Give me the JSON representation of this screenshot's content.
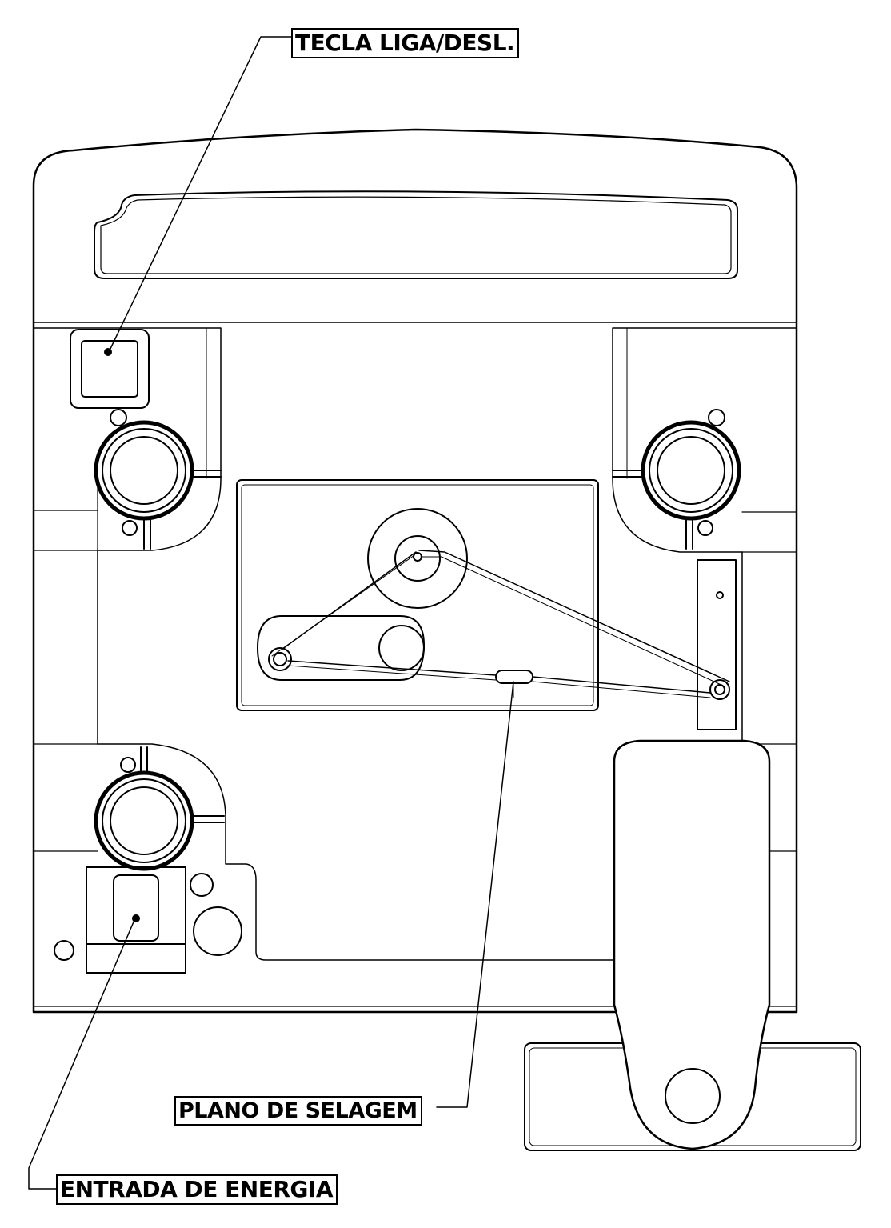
{
  "labels": {
    "on_off_key": "TECLA LIGA/DESL.",
    "sealing_plane": "PLANO DE SELAGEM",
    "power_input": "ENTRADA DE ENERGIA"
  },
  "colors": {
    "line": "#000000",
    "background": "#ffffff"
  }
}
